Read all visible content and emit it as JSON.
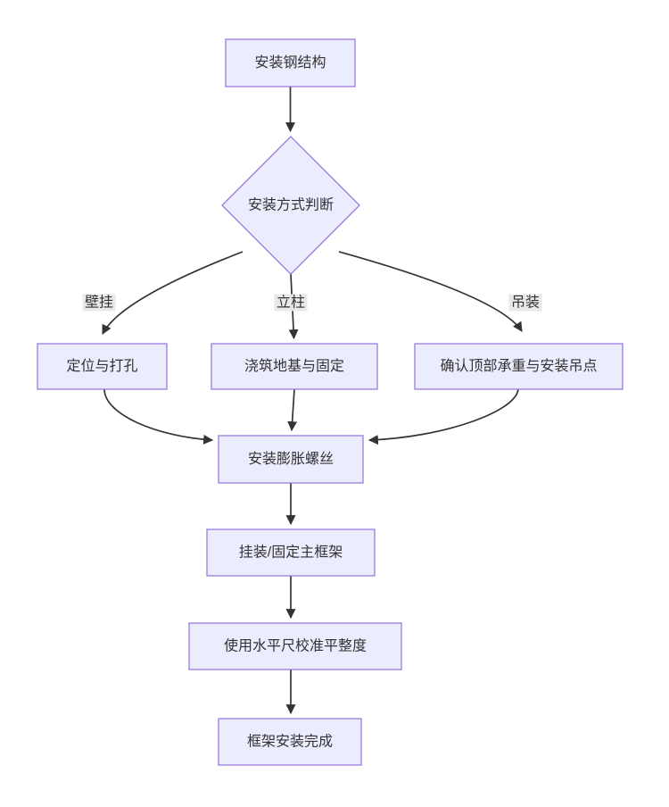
{
  "diagram": {
    "type": "flowchart",
    "direction": "top-down",
    "title": "",
    "colors": {
      "background": "#ffffff",
      "node_fill": "#ECECFF",
      "node_border": "#9370DB",
      "node_text": "#333333",
      "edge_line": "#333333",
      "edge_label_bg": "#e8e8e8",
      "edge_label_text": "#333333"
    },
    "nodes": [
      {
        "id": "start",
        "shape": "rect",
        "label": "安装钢结构"
      },
      {
        "id": "decision",
        "shape": "diamond",
        "label": "安装方式判断"
      },
      {
        "id": "wall",
        "shape": "rect",
        "label": "定位与打孔"
      },
      {
        "id": "column",
        "shape": "rect",
        "label": "浇筑地基与固定"
      },
      {
        "id": "ceiling",
        "shape": "rect",
        "label": "确认顶部承重与安装吊点"
      },
      {
        "id": "anchor",
        "shape": "rect",
        "label": "安装膨胀螺丝"
      },
      {
        "id": "frame",
        "shape": "rect",
        "label": "挂装/固定主框架"
      },
      {
        "id": "level",
        "shape": "rect",
        "label": "使用水平尺校准平整度"
      },
      {
        "id": "done",
        "shape": "rect",
        "label": "框架安装完成"
      }
    ],
    "edges": [
      {
        "from": "start",
        "to": "decision",
        "label": ""
      },
      {
        "from": "decision",
        "to": "wall",
        "label": "壁挂"
      },
      {
        "from": "decision",
        "to": "column",
        "label": "立柱"
      },
      {
        "from": "decision",
        "to": "ceiling",
        "label": "吊装"
      },
      {
        "from": "wall",
        "to": "anchor",
        "label": ""
      },
      {
        "from": "column",
        "to": "anchor",
        "label": ""
      },
      {
        "from": "ceiling",
        "to": "anchor",
        "label": ""
      },
      {
        "from": "anchor",
        "to": "frame",
        "label": ""
      },
      {
        "from": "frame",
        "to": "level",
        "label": ""
      },
      {
        "from": "level",
        "to": "done",
        "label": ""
      }
    ]
  }
}
